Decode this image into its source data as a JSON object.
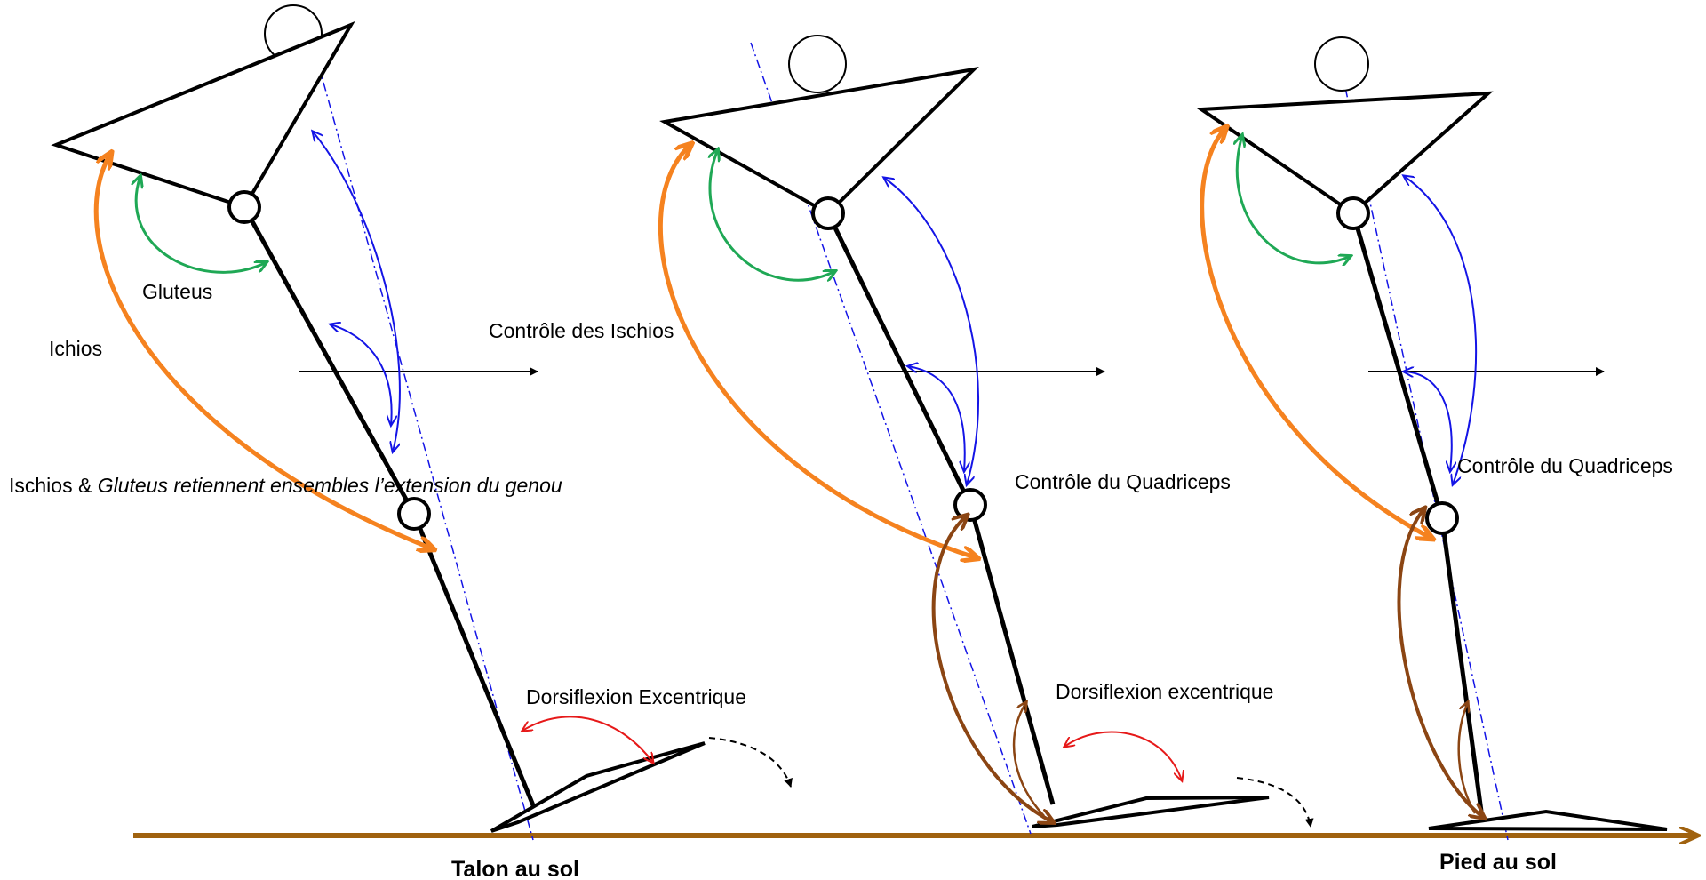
{
  "labels": {
    "gluteus": "Gluteus",
    "ichios": "Ichios",
    "controle_ischios": "Contrôle des Ischios",
    "retiennent_prefix": "Ischios & ",
    "retiennent_italic": "Gluteus retiennent ensembles l’extension du genou",
    "controle_quadriceps_1": "Contrôle du Quadriceps",
    "controle_quadriceps_2": "Contrôle du Quadriceps",
    "dorsiflexion_1": "Dorsiflexion Excentrique",
    "dorsiflexion_2": "Dorsiflexion excentrique",
    "talon_au_sol": "Talon au sol",
    "pied_au_sol": "Pied au sol"
  },
  "colors": {
    "segment": "#000000",
    "ichios_arrow": "#F5821F",
    "gluteus_arrow": "#1FA855",
    "quadriceps_arrow": "#1414E6",
    "axis_line": "#1414E6",
    "dorsiflexion_arrow": "#E61919",
    "triceps_arrow": "#8B4513",
    "ground": "#A0620F"
  }
}
